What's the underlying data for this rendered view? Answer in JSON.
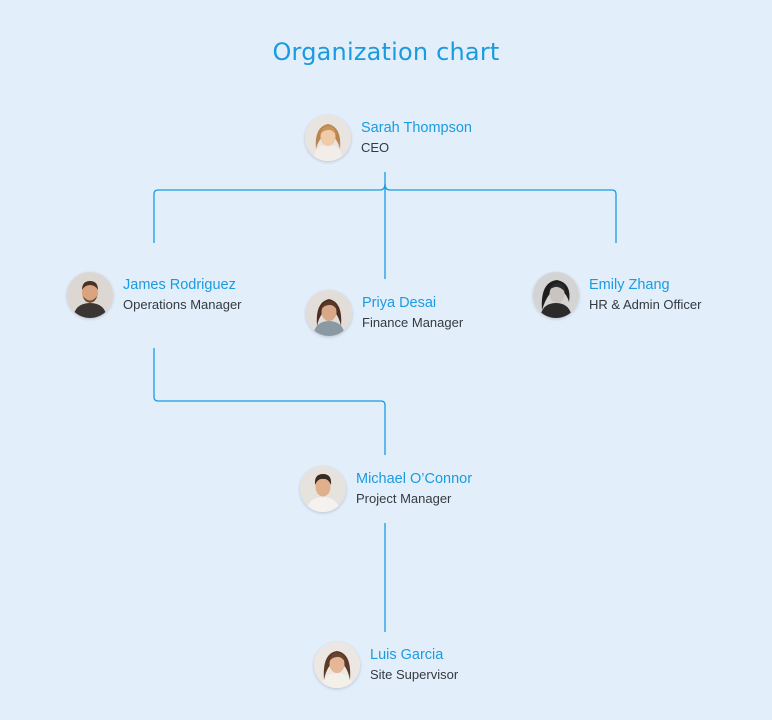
{
  "title": "Organization chart",
  "line_color": "#1a9be0",
  "people": [
    {
      "id": "sarah",
      "name": "Sarah Thompson",
      "role": "CEO",
      "avatar_icon": "woman-avatar-icon"
    },
    {
      "id": "james",
      "name": "James Rodriguez",
      "role": "Operations Manager",
      "avatar_icon": "man-avatar-icon"
    },
    {
      "id": "priya",
      "name": "Priya Desai",
      "role": "Finance Manager",
      "avatar_icon": "woman-avatar-icon"
    },
    {
      "id": "emily",
      "name": "Emily Zhang",
      "role": "HR & Admin Officer",
      "avatar_icon": "woman-avatar-icon"
    },
    {
      "id": "michael",
      "name": "Michael O’Connor",
      "role": "Project Manager",
      "avatar_icon": "man-avatar-icon"
    },
    {
      "id": "luis",
      "name": "Luis Garcia",
      "role": "Site Supervisor",
      "avatar_icon": "woman-avatar-icon"
    }
  ],
  "reports_to": [
    {
      "from": "sarah",
      "to": "james"
    },
    {
      "from": "sarah",
      "to": "priya"
    },
    {
      "from": "sarah",
      "to": "emily"
    },
    {
      "from": "james",
      "to": "michael"
    },
    {
      "from": "michael",
      "to": "luis"
    }
  ]
}
